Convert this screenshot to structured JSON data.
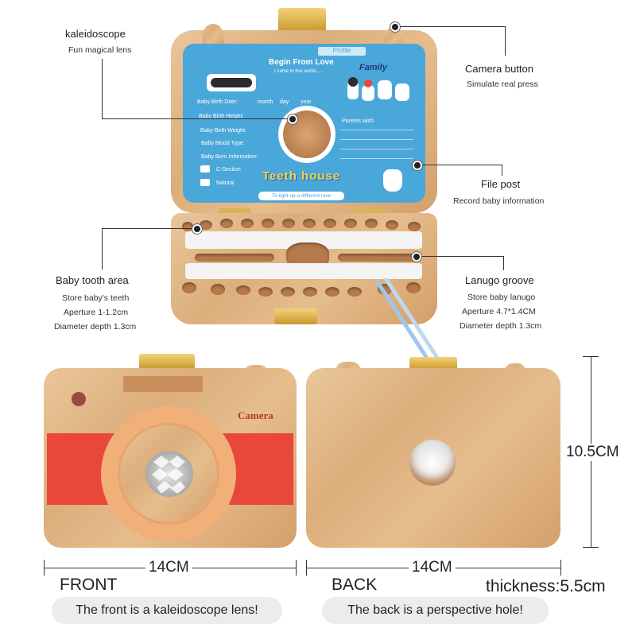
{
  "callouts": {
    "kaleidoscope": {
      "title": "kaleidoscope",
      "sub": "Fun magical lens"
    },
    "camera_button": {
      "title": "Camera button",
      "sub": "Simulate real press"
    },
    "file_post": {
      "title": "File post",
      "sub": "Record baby information"
    },
    "baby_tooth": {
      "title": "Baby tooth area",
      "lines": [
        "Store baby's teeth",
        "Aperture 1-1.2cm",
        "Diameter depth 1.3cm"
      ]
    },
    "lanugo": {
      "title": "Lanugo groove",
      "lines": [
        "Store baby lanugo",
        "Aperture 4.7*1.4CM",
        "Diameter depth 1.3cm"
      ]
    }
  },
  "panel": {
    "profile": "Profile",
    "heading": "Begin From Love",
    "subheading": "I came to this world......",
    "family": "Family",
    "fields": [
      "Baby Birth Date:",
      "Baby Birth Height:",
      "Baby Birth Weight:",
      "Baby Blood Type:",
      "Baby Born Information:"
    ],
    "date_parts": [
      "month",
      "day",
      "year"
    ],
    "parents_wish": "Parents wish",
    "options": [
      "C-Section",
      "Natural"
    ],
    "brand": "Teeth house",
    "tagline": "To light up a different love"
  },
  "front": {
    "brand": "Camera",
    "label": "FRONT",
    "caption": "The front is a kaleidoscope lens!"
  },
  "back": {
    "label": "BACK",
    "caption": "The back is a perspective hole!"
  },
  "dimensions": {
    "width_front": "14CM",
    "width_back": "14CM",
    "height": "10.5CM",
    "thickness": "thickness:5.5cm"
  },
  "colors": {
    "panel_blue": "#4aa7d9",
    "red_band": "#e8473a",
    "wood": "#dcae7b",
    "pill_bg": "#ececec"
  }
}
